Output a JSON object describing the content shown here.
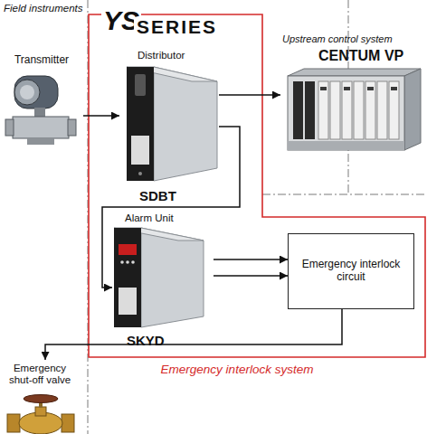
{
  "diagram": {
    "nodes": [
      {
        "text": [
          "Transmitter"
        ]
      },
      {
        "text": [
          "Emergency interlock system"
        ]
      },
      {
        "text": [
          "Distributor",
          "SDBT"
        ],
        "in": 1
      },
      {
        "text": [
          "Upstream control system",
          "CENTUM VP"
        ]
      },
      {
        "text": [
          "Alarm Unit",
          "SKYD"
        ],
        "in": 1
      },
      {
        "text": [
          "Emergency interlock circuit"
        ],
        "in": 1
      },
      {
        "text": [
          "Emergency shut-off valve"
        ]
      }
    ],
    "edges": [
      {
        "from": 0,
        "to": 2,
        "arrow": "to"
      },
      {
        "from": 2,
        "to": 3,
        "arrow": "to"
      },
      {
        "from": 2,
        "to": 4,
        "arrow": "to"
      },
      {
        "from": 4,
        "to": 5,
        "arrow": "to"
      },
      {
        "from": 4,
        "to": 5,
        "arrow": "to"
      },
      {
        "from": 5,
        "to": 6,
        "arrow": "to"
      }
    ],
    "labels": [
      "Field instruments",
      "YS",
      "SERIES"
    ]
  }
}
